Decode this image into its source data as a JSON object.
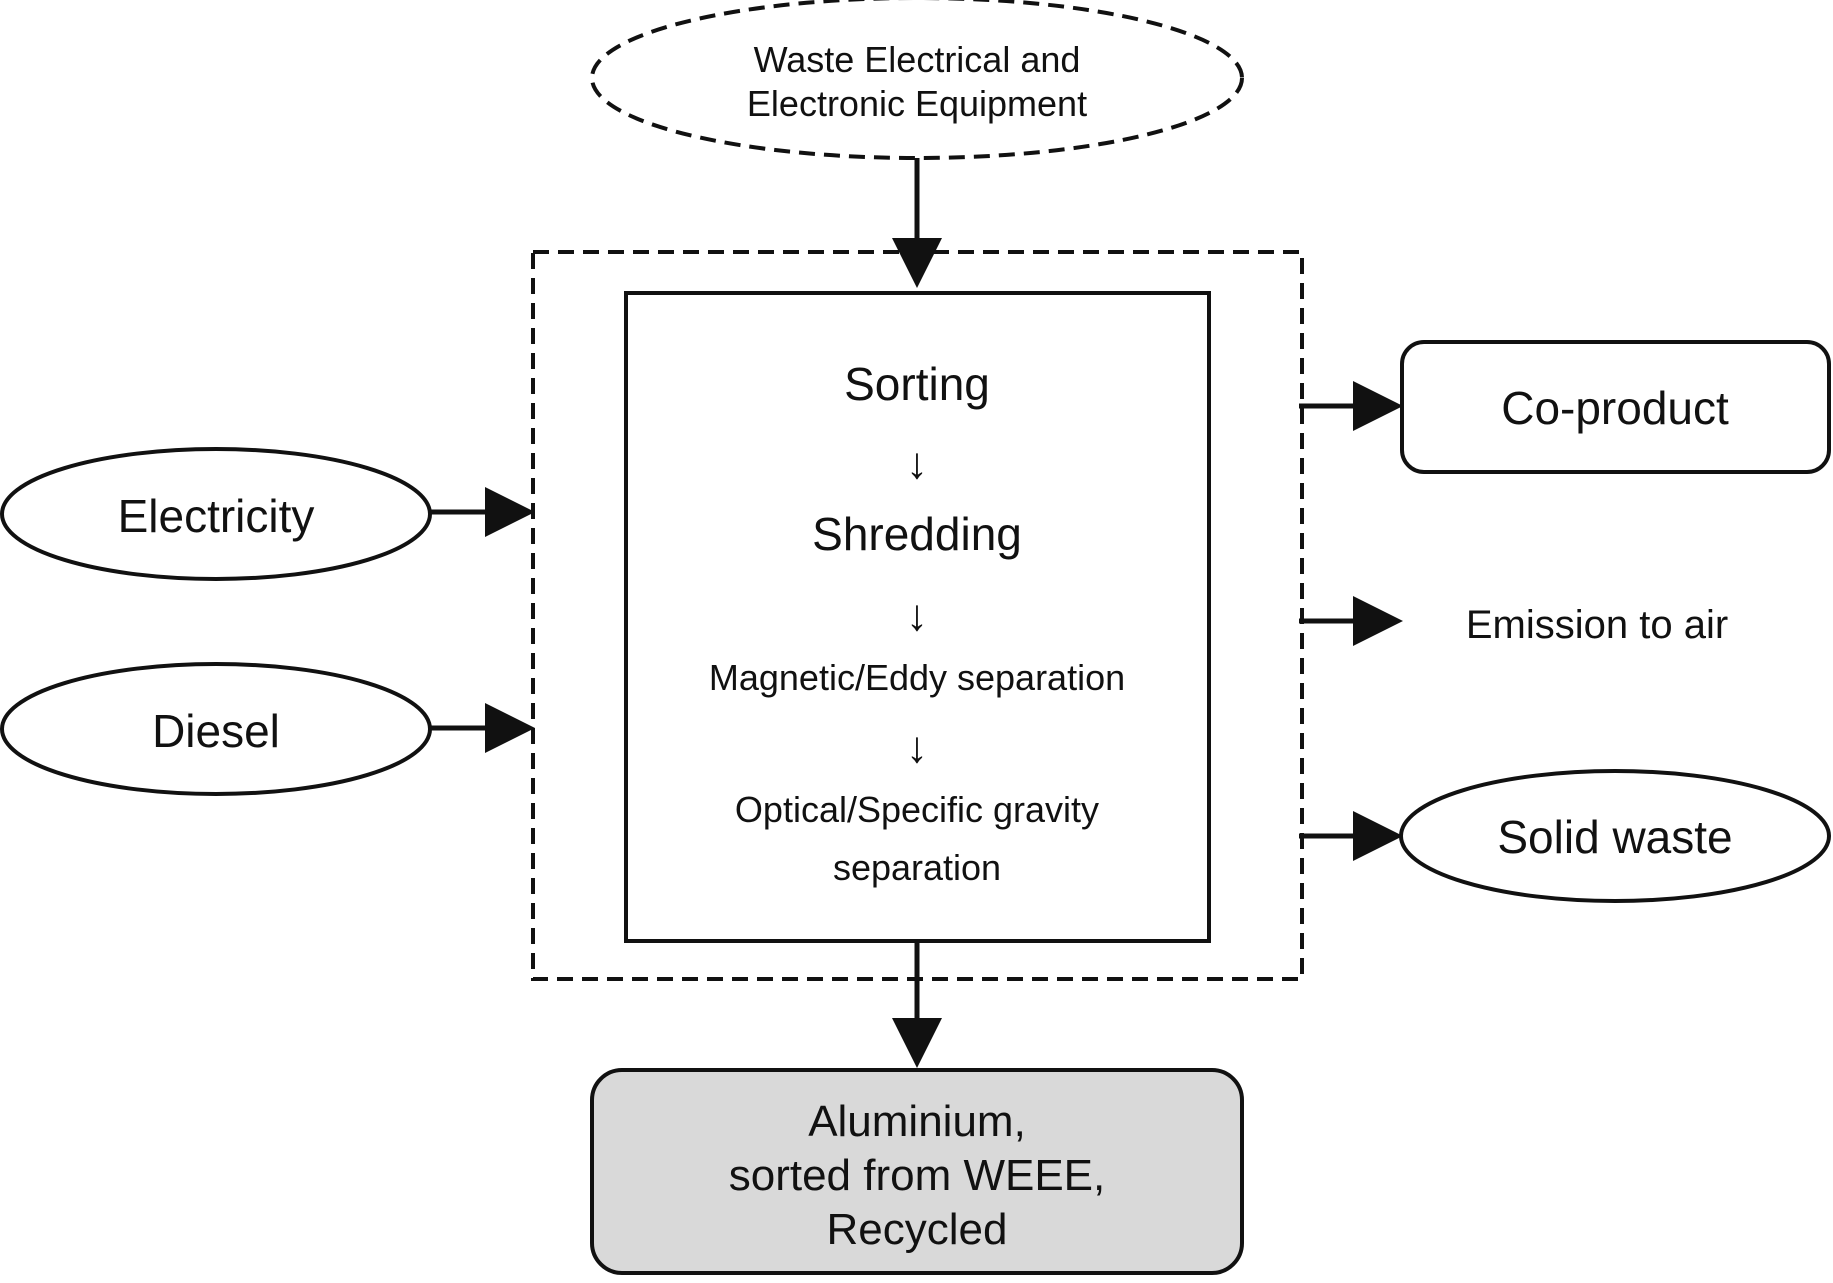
{
  "diagram": {
    "input_top": {
      "line1": "Waste Electrical and",
      "line2": "Electronic Equipment"
    },
    "inputs_left": [
      {
        "label": "Electricity"
      },
      {
        "label": "Diesel"
      }
    ],
    "process": {
      "steps": [
        "Sorting",
        "Shredding",
        "Magnetic/Eddy separation"
      ],
      "last_step_line1": "Optical/Specific gravity",
      "last_step_line2": "separation",
      "arrow_glyph": "↓"
    },
    "outputs_right": {
      "co_product": "Co-product",
      "emission": "Emission to air",
      "solid_waste": "Solid waste"
    },
    "output_bottom": {
      "line1": "Aluminium,",
      "line2": "sorted from WEEE,",
      "line3": "Recycled"
    },
    "colors": {
      "stroke": "#111111",
      "product_fill": "#d9d9d9",
      "background": "#ffffff"
    }
  }
}
